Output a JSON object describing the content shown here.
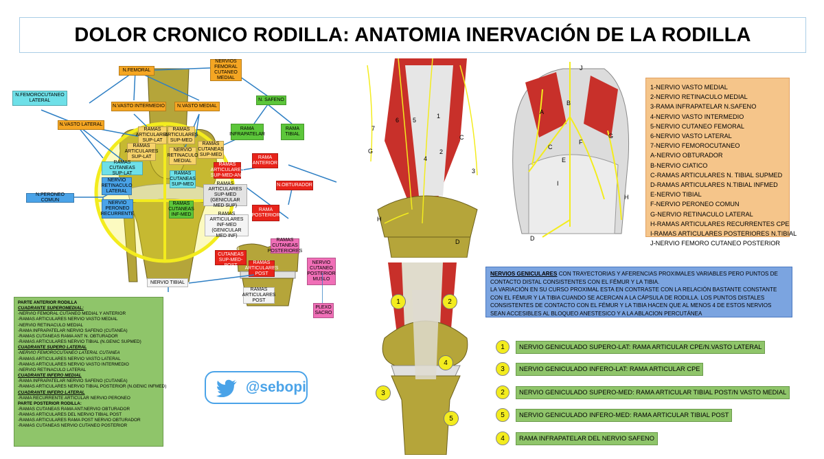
{
  "title": "DOLOR CRONICO RODILLA: ANATOMIA INERVACIÓN DE LA RODILLA",
  "diagram_labels": {
    "n_femoral": "N.FEMORAL",
    "nervios_femoral_cutaneo_medial": "NERVIOS\nFEMORAL\nCUTANEO\nMEDIAL",
    "n_femorocutaneo_lateral": "N.FEMOROCUTANEO\nLATERAL",
    "n_vasto_intermedio": "N.VASTO INTERMEDIO",
    "n_vasto_medial": "N.VASTO MEDIAL",
    "n_safeno": "N. SAFENO",
    "n_vasto_lateral": "N.VASTO LATERAL",
    "ramas_art_sup_lat_a": "RAMAS\nARTICULARES\nSUP-LAT",
    "ramas_art_sup_med_a": "RAMAS\nARTICULARES\nSUP-MED",
    "ramas_art_sup_lat_b": "RAMAS\nARTICULARES\nSUP-LAT",
    "nervio_retinaculo_medial": "NERVIO\nRETINACULO\nMEDIAL",
    "ramas_cutaneas_sup_med": "RAMAS\nCUTANEAS\nSUP-MED",
    "rama_infrapatelar": "RAMA\nINFRAPATELAR",
    "rama_tibial": "RAMA\nTIBIAL",
    "ramas_cutaneas_sup_lat": "RAMAS\nCUTANEAS SUP-LAT",
    "ramas_art_sup_med_ant": "RAMAS\nARTICULARES\nSUP-MED-ANT",
    "rama_anterior": "RAMA\nANTERIOR",
    "nervio_retinaculo_lateral": "NERVIO\nRETINACULO\nLATERAL",
    "ramas_cutaneas_sup_med_b": "RAMAS\nCUTANEAS\nSUP-MED",
    "n_obturador": "N.OBTURADOR",
    "n_peroneo_comun": "N.PERONEO COMUN",
    "ramas_art_sup_med_genic": "RAMAS\nARTICULARES\nSUP-MED\n(GENICULAR MED SUP)",
    "nervio_peroneo_recurrente": "NERVIO\nPERONEO\nRECURRENTE",
    "ramas_cutaneas_inf_med": "RAMAS\nCUTANEAS\nINF-MED",
    "rama_posterior": "RAMA\nPOSTERIOR",
    "ramas_art_inf_med_genic": "RAMAS\nARTICULARES\nINF-MED\n(GENICULAR MED INF)",
    "ramas_cutaneas_posteriores": "RAMAS\nCUTANEAS\nPOSTERIORES",
    "ramas_cutaneas_sup_med_post": "RAMAS\nCUTANEAS\nSUP-MED-POST",
    "ramas_articulares_post": "RAMAS\nARTICULARES\nPOST",
    "nervio_cutaneo_posterior_muslo": "NERVIO\nCUTANEO\nPOSTERIOR\nMUSLO",
    "nervio_tibial": "NERVIO TIBIAL",
    "ramas_articulares_post_b": "RAMAS\nARTICULARES\nPOST",
    "plexo_sacro": "PLEXO\nSACRO"
  },
  "legend_left": [
    {
      "text": "PARTE ANTERIOR RODILLA",
      "style": "h"
    },
    {
      "text": "CUADRANTE SUPEROMEDIAL:",
      "style": "hi"
    },
    {
      "text": "-NERVIO FEMORAL CUTANEO MEDIAL Y ANTERIOR",
      "style": ""
    },
    {
      "text": "-RAMAS ARTICULARES NERVIO VASTO MEDIAL",
      "style": ""
    },
    {
      "text": "-NERVIO RETINACULO MEDIAL",
      "style": ""
    },
    {
      "text": "-RAMA INFRAPATELAR NERVIO SAFENO (CUTANEA)",
      "style": ""
    },
    {
      "text": "-RAMAS CUTANEAS RAMA ANT N. OBTURADOR",
      "style": ""
    },
    {
      "text": "-RAMAS ARTICULARES NERVIO TIBIAL (N.GENIC SUPMED)",
      "style": ""
    },
    {
      "text": "CUADRANTE SUPERO LATERAL",
      "style": "hi"
    },
    {
      "text": "-NERVIO FEMOROCUTANEO LATERAL CUTANEA",
      "style": "ii"
    },
    {
      "text": "-RAMAS ARTICULARES NERVIO VASTO LATERAL",
      "style": ""
    },
    {
      "text": "-RAMAS ARTICULARES NERVIO VASTO INTERMEDIO",
      "style": ""
    },
    {
      "text": "-NERVIO RETINACULO LATERAL",
      "style": ""
    },
    {
      "text": "CUADRANTE INFERO MEDIAL",
      "style": "hi"
    },
    {
      "text": "-RAMA INFRAPATELAR NERVIO SAFENO (CUTANEA)",
      "style": ""
    },
    {
      "text": "-RAMAS ARTICULARES NERVIO TIBIAL POSTERIOR (N.GENIC INFMED)",
      "style": ""
    },
    {
      "text": "CUADRANTE INFERO LATERAL",
      "style": "hi"
    },
    {
      "text": "-RAMA RECURRENTE ARTICULAR NERVIO PERONEO",
      "style": ""
    },
    {
      "text": "PARTE POSTERIOR RODILLA:",
      "style": "h"
    },
    {
      "text": "-RAMAS CUTANEAS RAMA ANT.NERVIO OBTURADOR",
      "style": ""
    },
    {
      "text": "-RAMAS ARTICULARES DEL NERVIO TIBIAL POST",
      "style": ""
    },
    {
      "text": "-RAMAS ARTICULARES RAMA POST NERVIO OBTURADOR",
      "style": ""
    },
    {
      "text": "-RAMAS CUTANEAS NERVIO CUTANEO POSTERIOR",
      "style": ""
    }
  ],
  "twitter_handle": "@sebopi",
  "legend_right": [
    "1-NERVIO VASTO MEDIAL",
    "2-NERVIO RETINACULO MEDIAL",
    "3-RAMA INFRAPATELAR N.SAFENO",
    "4-NERVIO VASTO INTERMEDIO",
    "5-NERVIO CUTANEO FEMORAL",
    "6-NERVIO VASTO LATERAL",
    "7-NERVIO FEMOROCUTANEO",
    "A-NERVIO OBTURADOR",
    "B-NERVIO CIATICO",
    "C-RAMAS ARTICULARES N. TIBIAL SUPMED",
    "D-RAMAS ARTICULARES N.TIBIAL INFMED",
    "E-NERVIO TIBIAL",
    "F-NERVIO PERONEO COMUN",
    "G-NERVIO RETINACULO LATERAL",
    "H-RAMAS ARTICULARES RECURRENTES CPE",
    "I-RAMAS ARTICULARES POSTERIORES N.TIBIAL",
    "J-NERVIO FEMORO CUTANEO POSTERIOR"
  ],
  "genic_box": {
    "bold": "NERVIOS GENICULARES",
    "rest": " CON TRAYECTORIAS Y AFERENCIAS PROXIMALES VARIABLES PERO PUNTOS DE CONTACTO DISTAL CONSISTENTES CON EL FÉMUR Y LA TIBIA.",
    "para2": "LA VARIACIÓN EN SU CURSO PROXIMAL ESTA EN CONTRASTE CON LA RELACIÓN BASTANTE CONSTANTE CON EL FÉMUR Y LA TIBIA CUANDO SE ACERCAN A LA CÁPSULA DE RODILLA. LOS PUNTOS DISTALES CONSISTENTES DE CONTACTO CON EL FÉMUR Y LA TIBIA HACEN QUE AL MENOS 4 DE ESTOS NERVIOS SEAN ACCESIBLES AL BLOQUEO ANESTESICO Y A LA ABLACION PERCUTÁNEA"
  },
  "genicular_nerves": [
    {
      "num": "1",
      "label": "NERVIO GENICULADO SUPERO-LAT: RAMA ARTICULAR CPE/N.VASTO LATERAL"
    },
    {
      "num": "3",
      "label": "NERVIO GENICULADO INFERO-LAT: RAMA ARTICULAR CPE"
    },
    {
      "num": "2",
      "label": "NERVIO GENICULADO SUPERO-MED: RAMA ARTICULAR TIBIAL POST/N VASTO MEDIAL"
    },
    {
      "num": "5",
      "label": "NERVIO GENICULADO INFERO-MED: RAMA ARTICULAR TIBIAL POST"
    },
    {
      "num": "4",
      "label": "RAMA INFRAPATELAR DEL NERVIO SAFENO"
    }
  ],
  "knee_xray_markers": [
    "1",
    "2",
    "4",
    "3",
    "5"
  ],
  "front_view_letters": [
    "7",
    "6",
    "5",
    "1",
    "C",
    "G",
    "4",
    "2",
    "3",
    "H",
    "D"
  ],
  "back_view_letters": [
    "J",
    "A",
    "B",
    "C",
    "F",
    "E",
    "G",
    "I",
    "H",
    "D"
  ],
  "colors": {
    "bone": "#b5a53a",
    "muscle": "#c8302a",
    "nerve": "#f3ec1e",
    "twitter": "#4aa3e8"
  }
}
